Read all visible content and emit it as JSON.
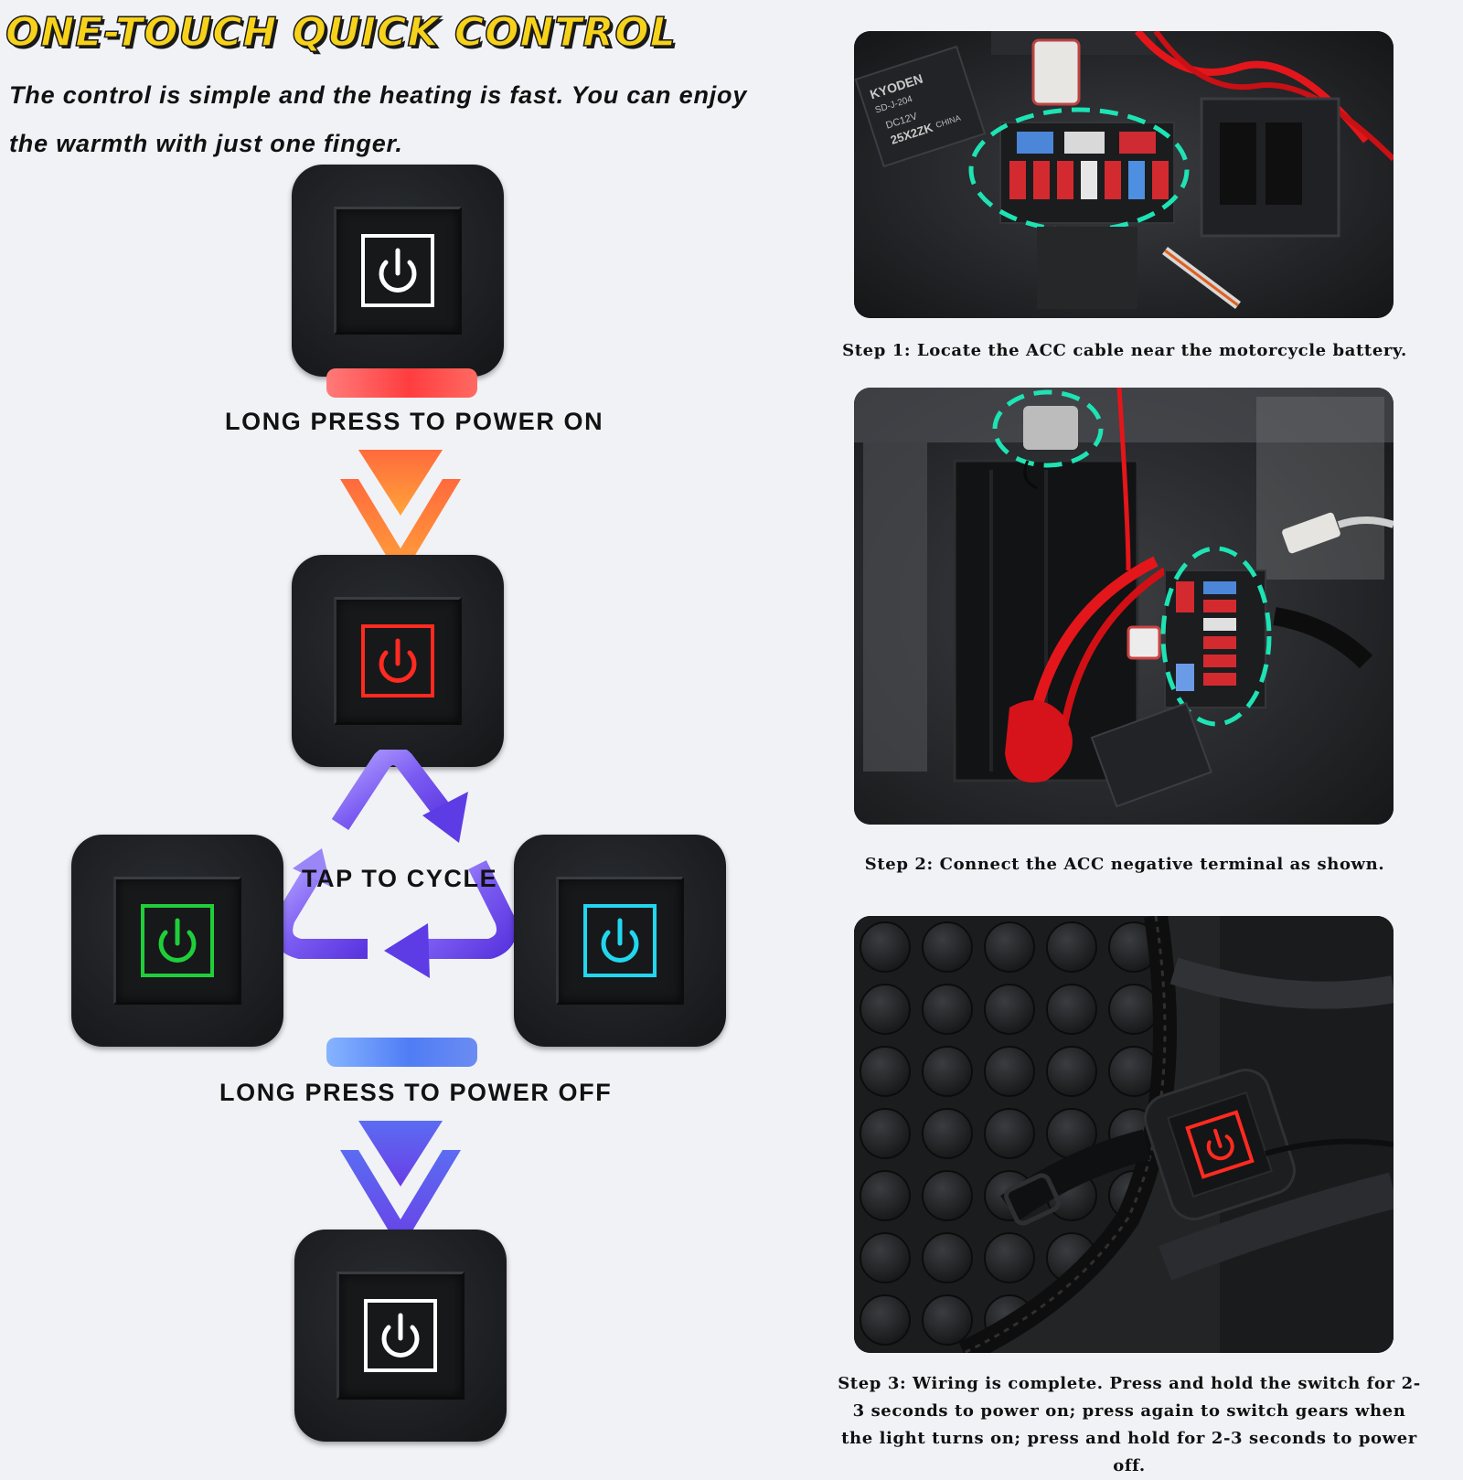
{
  "header": {
    "title": "ONE-TOUCH QUICK CONTROL",
    "subtitle": "The control is simple and the heating is fast. You can enjoy the warmth with just one finger."
  },
  "flow": {
    "power_on_label": "LONG PRESS TO POWER ON",
    "cycle_label": "TAP TO CYCLE",
    "power_off_label": "LONG PRESS TO POWER OFF"
  },
  "switch_states": [
    {
      "state": "off",
      "light_color": "#ffffff"
    },
    {
      "state": "high",
      "light_color": "#ff2a20"
    },
    {
      "state": "medium",
      "light_color": "#1fcf3a"
    },
    {
      "state": "low",
      "light_color": "#22d6ee"
    },
    {
      "state": "off",
      "light_color": "#ffffff"
    }
  ],
  "photo_labels": {
    "relay_brand": "KYODEN",
    "relay_model": "SD-J-204",
    "relay_voltage": "DC12V",
    "relay_code": "25X2ZK",
    "relay_origin": "CHINA"
  },
  "steps": [
    {
      "caption": "Step 1: Locate the ACC cable near the motorcycle battery."
    },
    {
      "caption": "Step 2: Connect the ACC negative terminal as shown."
    },
    {
      "caption": "Step 3: Wiring is complete. Press and hold the switch for 2-3 seconds to power on; press again to switch gears when the light turns on; press and hold for 2-3 seconds to power off."
    }
  ],
  "colors": {
    "headline": "#f7d21a",
    "highlight_ring": "#1ee3b4",
    "arrow_orange": "#ff8a3a",
    "arrow_purple": "#6a4ff0",
    "power_on_bar": "#ff4a4a",
    "power_off_bar": "#5b86f6"
  }
}
